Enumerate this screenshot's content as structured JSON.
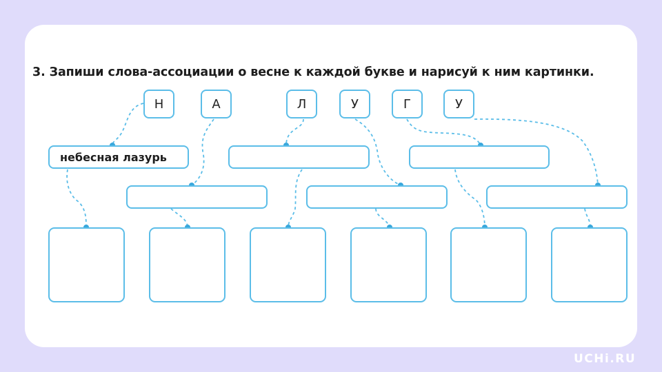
{
  "task": {
    "title": "3. Запиши слова-ассоциации о весне к каждой букве и нарисуй к ним картинки."
  },
  "letters": [
    "Н",
    "А",
    "Л",
    "У",
    "Г",
    "У"
  ],
  "words": [
    "небесная лазурь",
    "",
    "",
    "",
    "",
    ""
  ],
  "logo": {
    "text": "UCHi.RU"
  },
  "colors": {
    "background": "#e0dcfb",
    "card": "#ffffff",
    "accent": "#5bbde8",
    "text": "#1d1d1d"
  }
}
